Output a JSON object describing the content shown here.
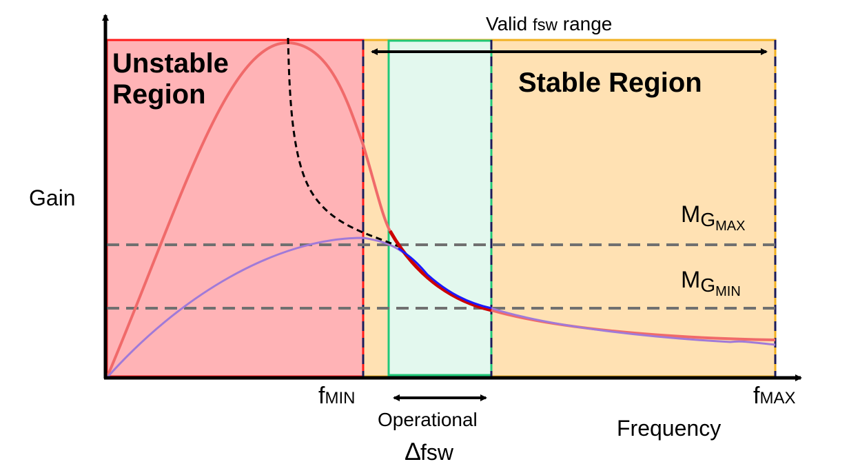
{
  "regions": {
    "unstable": [
      "Unstable",
      "Region"
    ],
    "stable": "Stable Region"
  },
  "axes": {
    "y_label": "Gain",
    "x_label": "Frequency"
  },
  "markers": {
    "f_min": {
      "base": "f",
      "sub": "MIN"
    },
    "f_max": {
      "base": "f",
      "sub": "MAX"
    },
    "mg_max": {
      "base": "M",
      "sub": "G",
      "subsub": "MAX"
    },
    "mg_min": {
      "base": "M",
      "sub": "G",
      "subsub": "MIN"
    }
  },
  "annotations": {
    "valid_range": {
      "pre": "Valid ",
      "fsw": "fsw",
      "post": " range"
    },
    "operational": "Operational",
    "delta_fsw": {
      "delta": "∆",
      "fsw": "fsw"
    }
  },
  "colors": {
    "unstable_fill": "#ffb3b6",
    "unstable_stroke": "#ff1a1a",
    "stable_fill": "#ffe1b3",
    "stable_stroke": "#f0b020",
    "operational_fill": "#e3f8ee",
    "operational_stroke": "#20c878",
    "gain_curve": "#f06a6a",
    "min_curve": "#a07ad8"
  }
}
